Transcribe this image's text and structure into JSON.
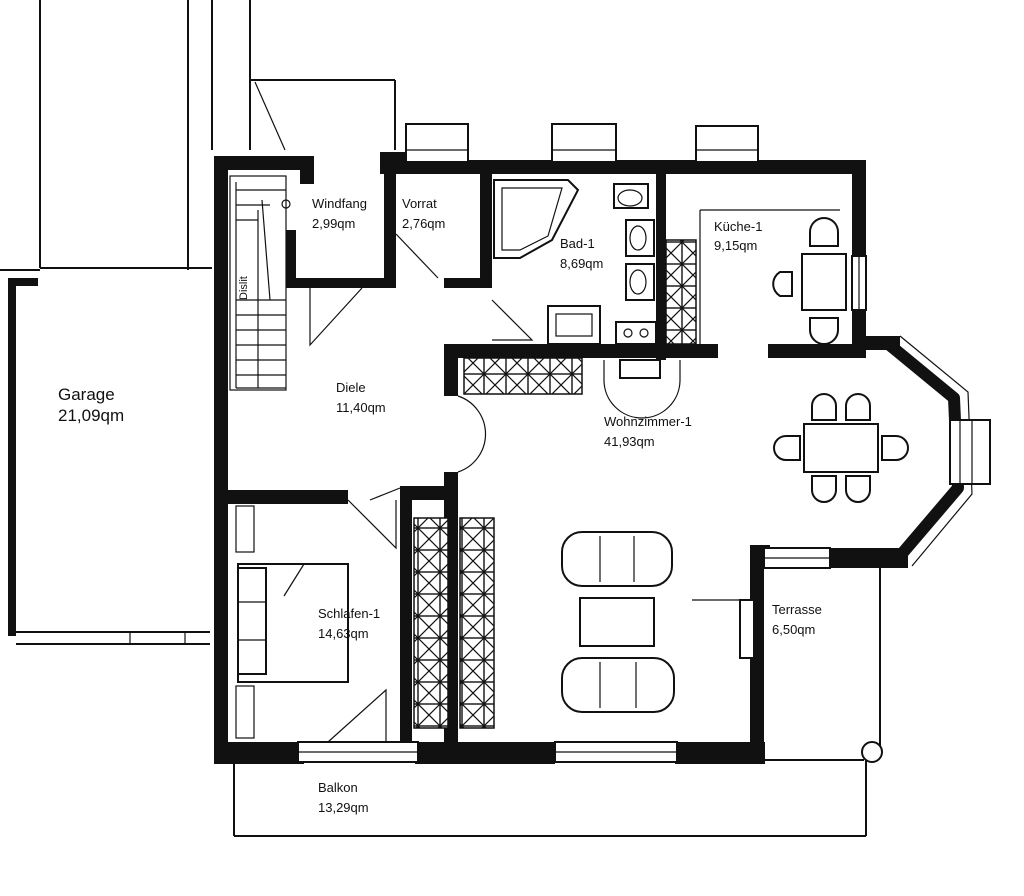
{
  "rooms": [
    {
      "id": "garage",
      "name": "Garage",
      "area": "21,09qm"
    },
    {
      "id": "windfang",
      "name": "Windfang",
      "area": "2,99qm"
    },
    {
      "id": "vorrat",
      "name": "Vorrat",
      "area": "2,76qm"
    },
    {
      "id": "bad",
      "name": "Bad-1",
      "area": "8,69qm"
    },
    {
      "id": "kueche",
      "name": "Küche-1",
      "area": "9,15qm"
    },
    {
      "id": "diele",
      "name": "Diele",
      "area": "11,40qm"
    },
    {
      "id": "wohnzimmer",
      "name": "Wohnzimmer-1",
      "area": "41,93qm"
    },
    {
      "id": "schlafen",
      "name": "Schlafen-1",
      "area": "14,63qm"
    },
    {
      "id": "terrasse",
      "name": "Terrasse",
      "area": "6,50qm"
    },
    {
      "id": "balkon",
      "name": "Balkon",
      "area": "13,29qm"
    }
  ],
  "stair_label": "Dislit"
}
